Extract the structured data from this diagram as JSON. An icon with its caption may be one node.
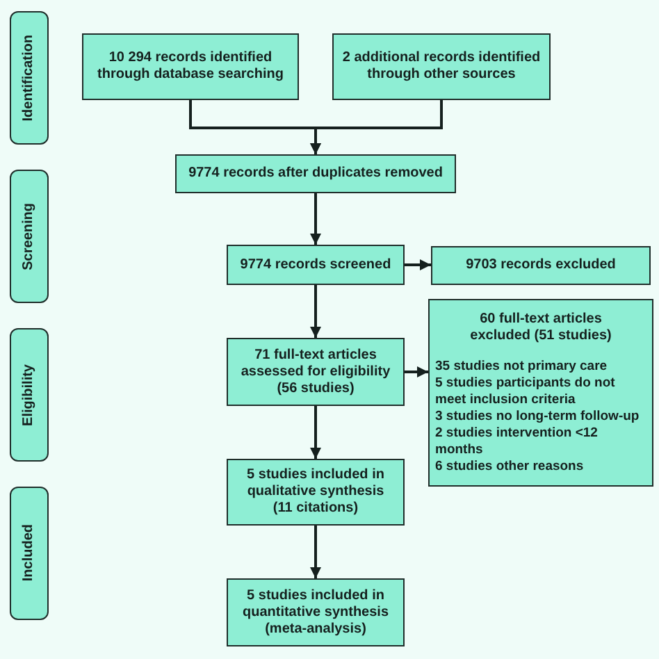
{
  "diagram": {
    "nodes": [
      {
        "text": [
          "Identification"
        ]
      },
      {
        "text": [
          "10 294 records identified through database searching"
        ]
      },
      {
        "text": [
          "2 additional records identified through other sources"
        ]
      },
      {
        "text": [
          "9774 records after duplicates removed"
        ]
      },
      {
        "text": [
          "Screening"
        ]
      },
      {
        "text": [
          "9774 records screened"
        ]
      },
      {
        "text": [
          "9703 records excluded"
        ]
      },
      {
        "text": [
          "Eligibility"
        ]
      },
      {
        "text": [
          "71 full-text articles assessed for eligibility (56 studies)"
        ]
      },
      {
        "text": [
          "60 full-text articles excluded (51 studies)",
          "35 studies not primary care",
          "5 studies participants do not meet inclusion criteria",
          "3 studies no long-term follow-up",
          "2 studies intervention <12 months",
          "6 studies other reasons"
        ]
      },
      {
        "text": [
          "Included"
        ]
      },
      {
        "text": [
          "5 studies included in qualitative synthesis (11 citations)"
        ]
      },
      {
        "text": [
          "5 studies included in quantitative synthesis (meta-analysis)"
        ]
      }
    ],
    "edges": [
      {
        "from": 1,
        "to": 3,
        "arrow": "to"
      },
      {
        "from": 2,
        "to": 3,
        "arrow": "to"
      },
      {
        "from": 3,
        "to": 5,
        "arrow": "to"
      },
      {
        "from": 5,
        "to": 6,
        "arrow": "to"
      },
      {
        "from": 5,
        "to": 8,
        "arrow": "to"
      },
      {
        "from": 8,
        "to": 9,
        "arrow": "to"
      },
      {
        "from": 8,
        "to": 11,
        "arrow": "to"
      },
      {
        "from": 11,
        "to": 12,
        "arrow": "to"
      }
    ]
  }
}
